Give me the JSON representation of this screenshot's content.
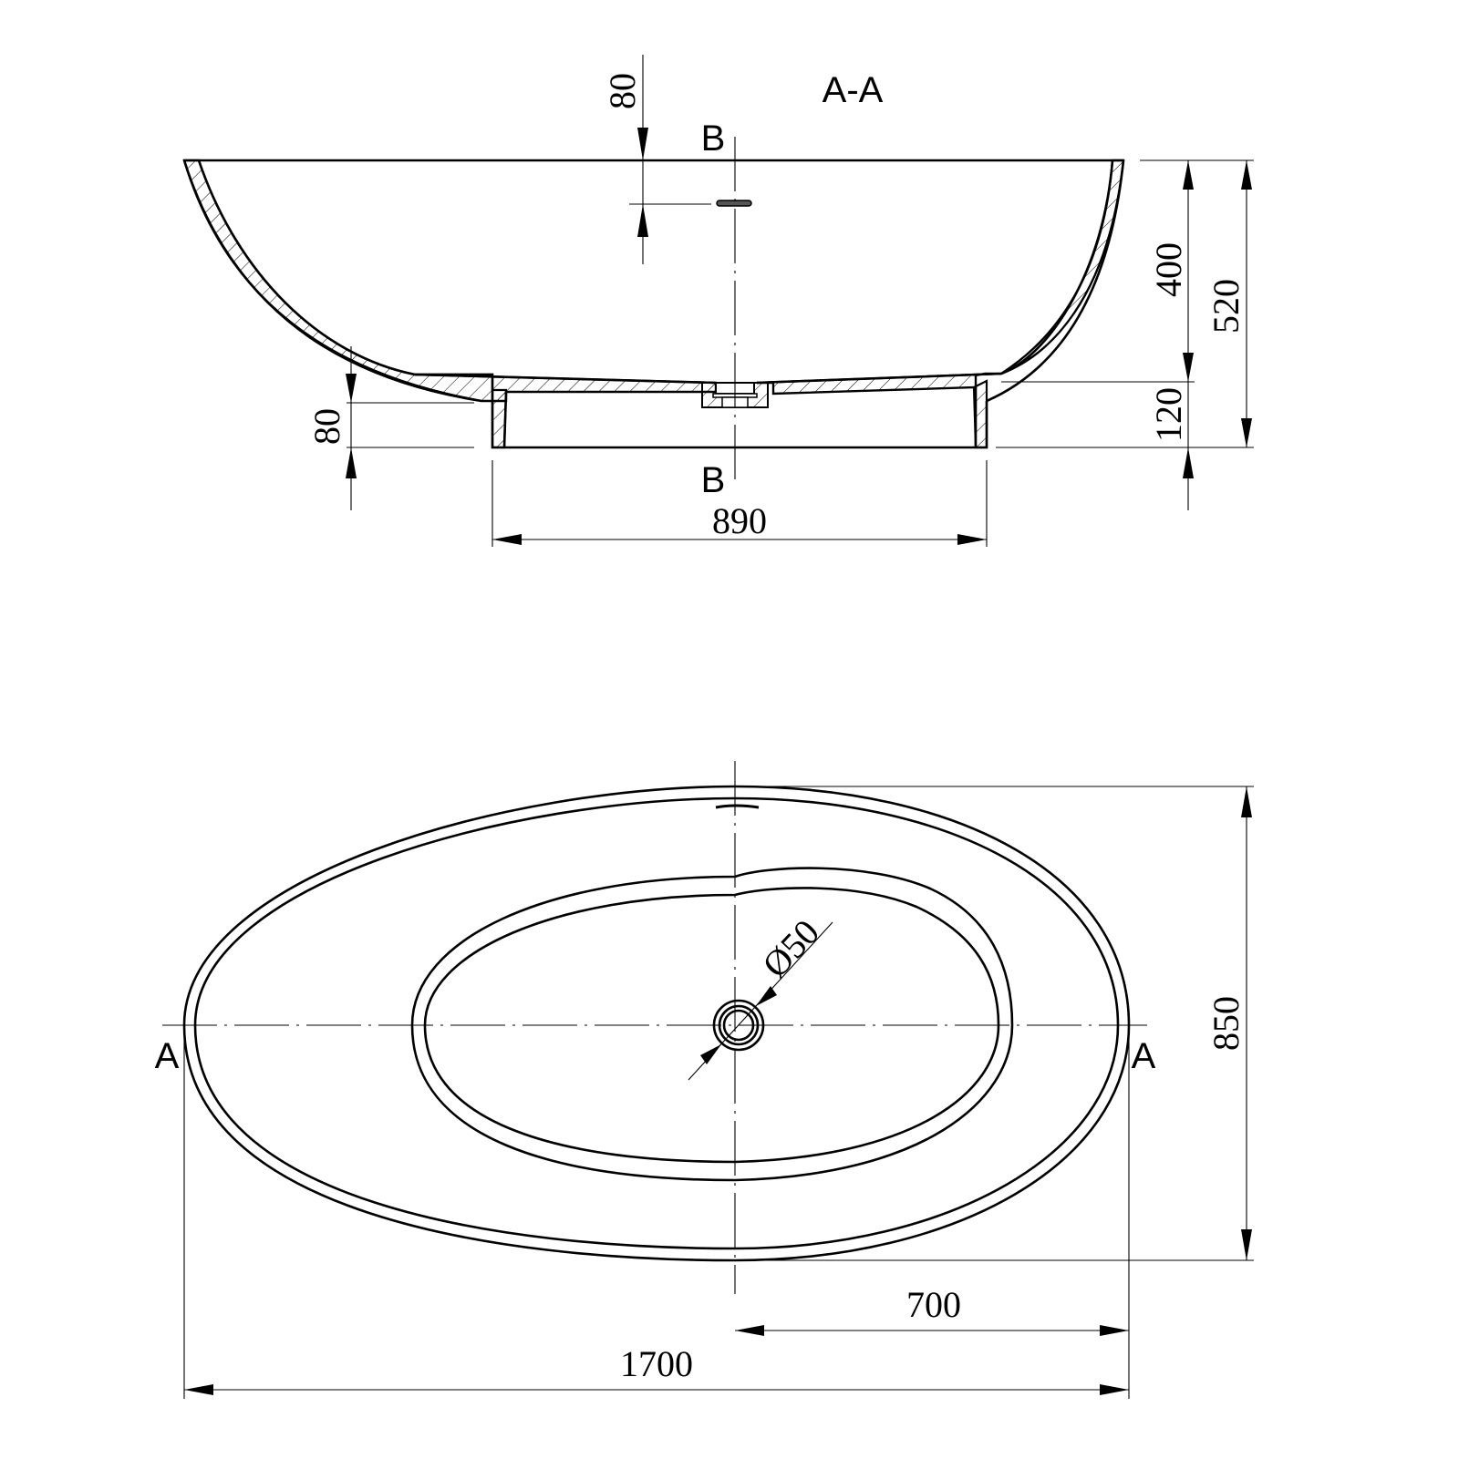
{
  "drawing": {
    "section_view": {
      "title": "A-A",
      "cut_labels": [
        "B",
        "B"
      ],
      "dimensions": {
        "overflow_depth": "80",
        "base_height": "80",
        "inner_depth": "400",
        "total_height": "520",
        "pedestal_height": "120",
        "pedestal_width": "890"
      }
    },
    "plan_view": {
      "cut_labels": [
        "A",
        "A"
      ],
      "dimensions": {
        "drain_diameter": "Ø50",
        "total_width": "850",
        "drain_offset": "700",
        "total_length": "1700"
      }
    },
    "colors": {
      "line": "#000000",
      "background": "#ffffff"
    }
  }
}
